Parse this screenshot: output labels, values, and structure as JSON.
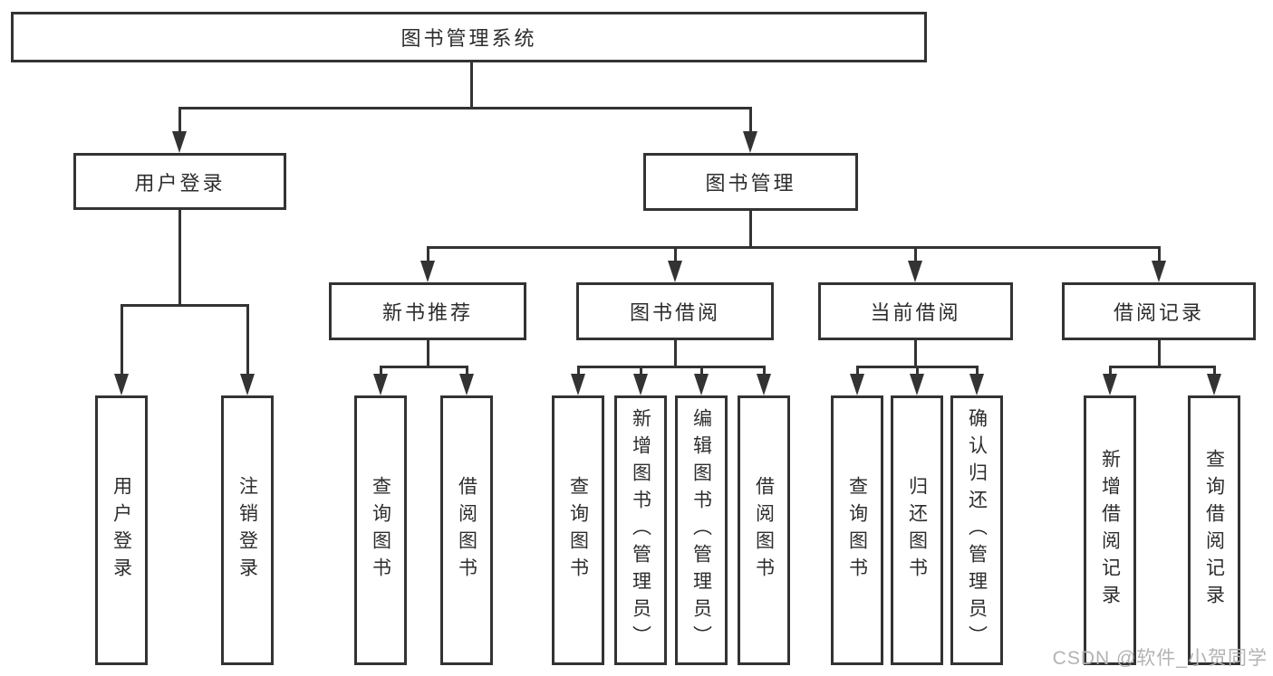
{
  "tree": {
    "label": "图书管理系统",
    "children": [
      {
        "label": "用户登录",
        "children": [
          {
            "label": "用户登录"
          },
          {
            "label": "注销登录"
          }
        ]
      },
      {
        "label": "图书管理",
        "children": [
          {
            "label": "新书推荐",
            "children": [
              {
                "label": "查询图书"
              },
              {
                "label": "借阅图书"
              }
            ]
          },
          {
            "label": "图书借阅",
            "children": [
              {
                "label": "查询图书"
              },
              {
                "label": "新增图书（管理员）"
              },
              {
                "label": "编辑图书（管理员）"
              },
              {
                "label": "借阅图书"
              }
            ]
          },
          {
            "label": "当前借阅",
            "children": [
              {
                "label": "查询图书"
              },
              {
                "label": "归还图书"
              },
              {
                "label": "确认归还（管理员）"
              }
            ]
          },
          {
            "label": "借阅记录",
            "children": [
              {
                "label": "新增借阅记录"
              },
              {
                "label": "查询借阅记录"
              }
            ]
          }
        ]
      }
    ]
  },
  "watermark": "CSDN @软件_小贺同学",
  "colors": {
    "line": "#333333",
    "text": "#2d2d2d",
    "watermark": "#b3b3b3",
    "background": "#ffffff"
  }
}
